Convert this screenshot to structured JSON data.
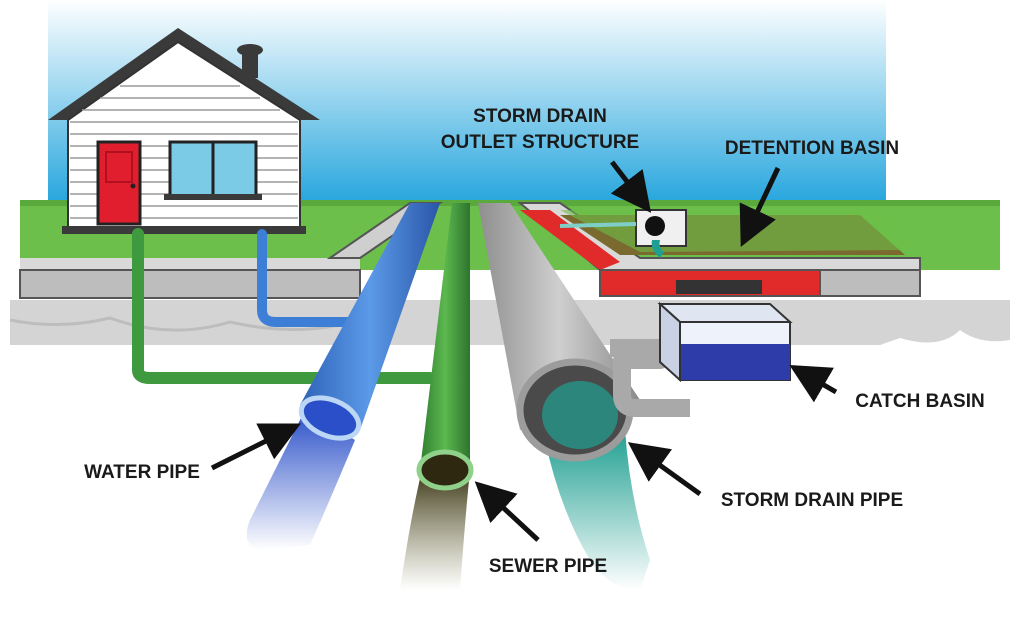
{
  "labels": {
    "storm_drain_outlet_line1": "STORM DRAIN",
    "storm_drain_outlet_line2": "OUTLET STRUCTURE",
    "detention_basin": "DETENTION BASIN",
    "catch_basin": "CATCH BASIN",
    "water_pipe": "WATER PIPE",
    "sewer_pipe": "SEWER PIPE",
    "storm_drain_pipe": "STORM DRAIN PIPE"
  },
  "colors": {
    "sky_top": "#ffffff",
    "sky_bottom": "#1fa3dc",
    "grass": "#6cbf4a",
    "road": "#c8c8c8",
    "ground": "#d2d2d2",
    "water_pipe": "#3d7fd6",
    "sewer_pipe": "#3f9a3f",
    "storm_pipe": "#a9a9a9",
    "curb_red": "#e12a2a",
    "door_red": "#e01e2d",
    "water_flow": "#2a4fc8",
    "sewer_flow": "#4a4322",
    "storm_flow": "#1f9f91",
    "basin_water": "#2d3ca8"
  }
}
